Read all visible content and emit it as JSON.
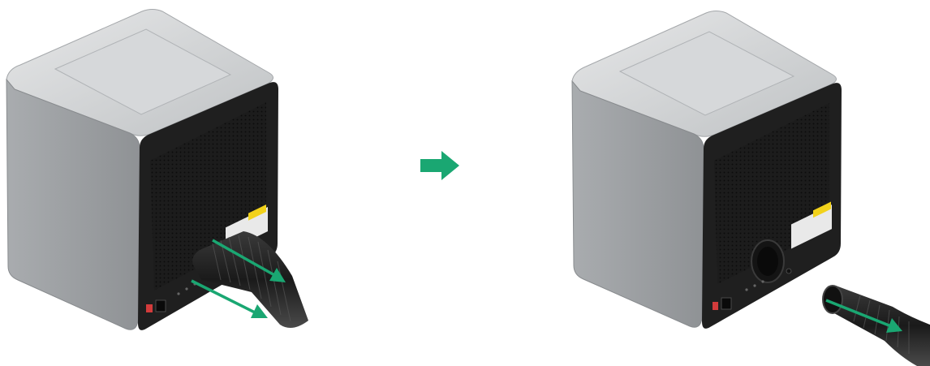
{
  "illustration": {
    "step_arrow_color": "#1aa772",
    "motion_arrow_color": "#1aa772",
    "device_body_color": "#b9bcbf",
    "device_back_color": "#1e1e1e",
    "hose_color": "#2a2a2a",
    "warning_label_color": "#f2d21b"
  },
  "panels": [
    {
      "id": "before",
      "description_icon": "device-with-hose-attached"
    },
    {
      "id": "after",
      "description_icon": "device-with-hose-detached"
    }
  ]
}
